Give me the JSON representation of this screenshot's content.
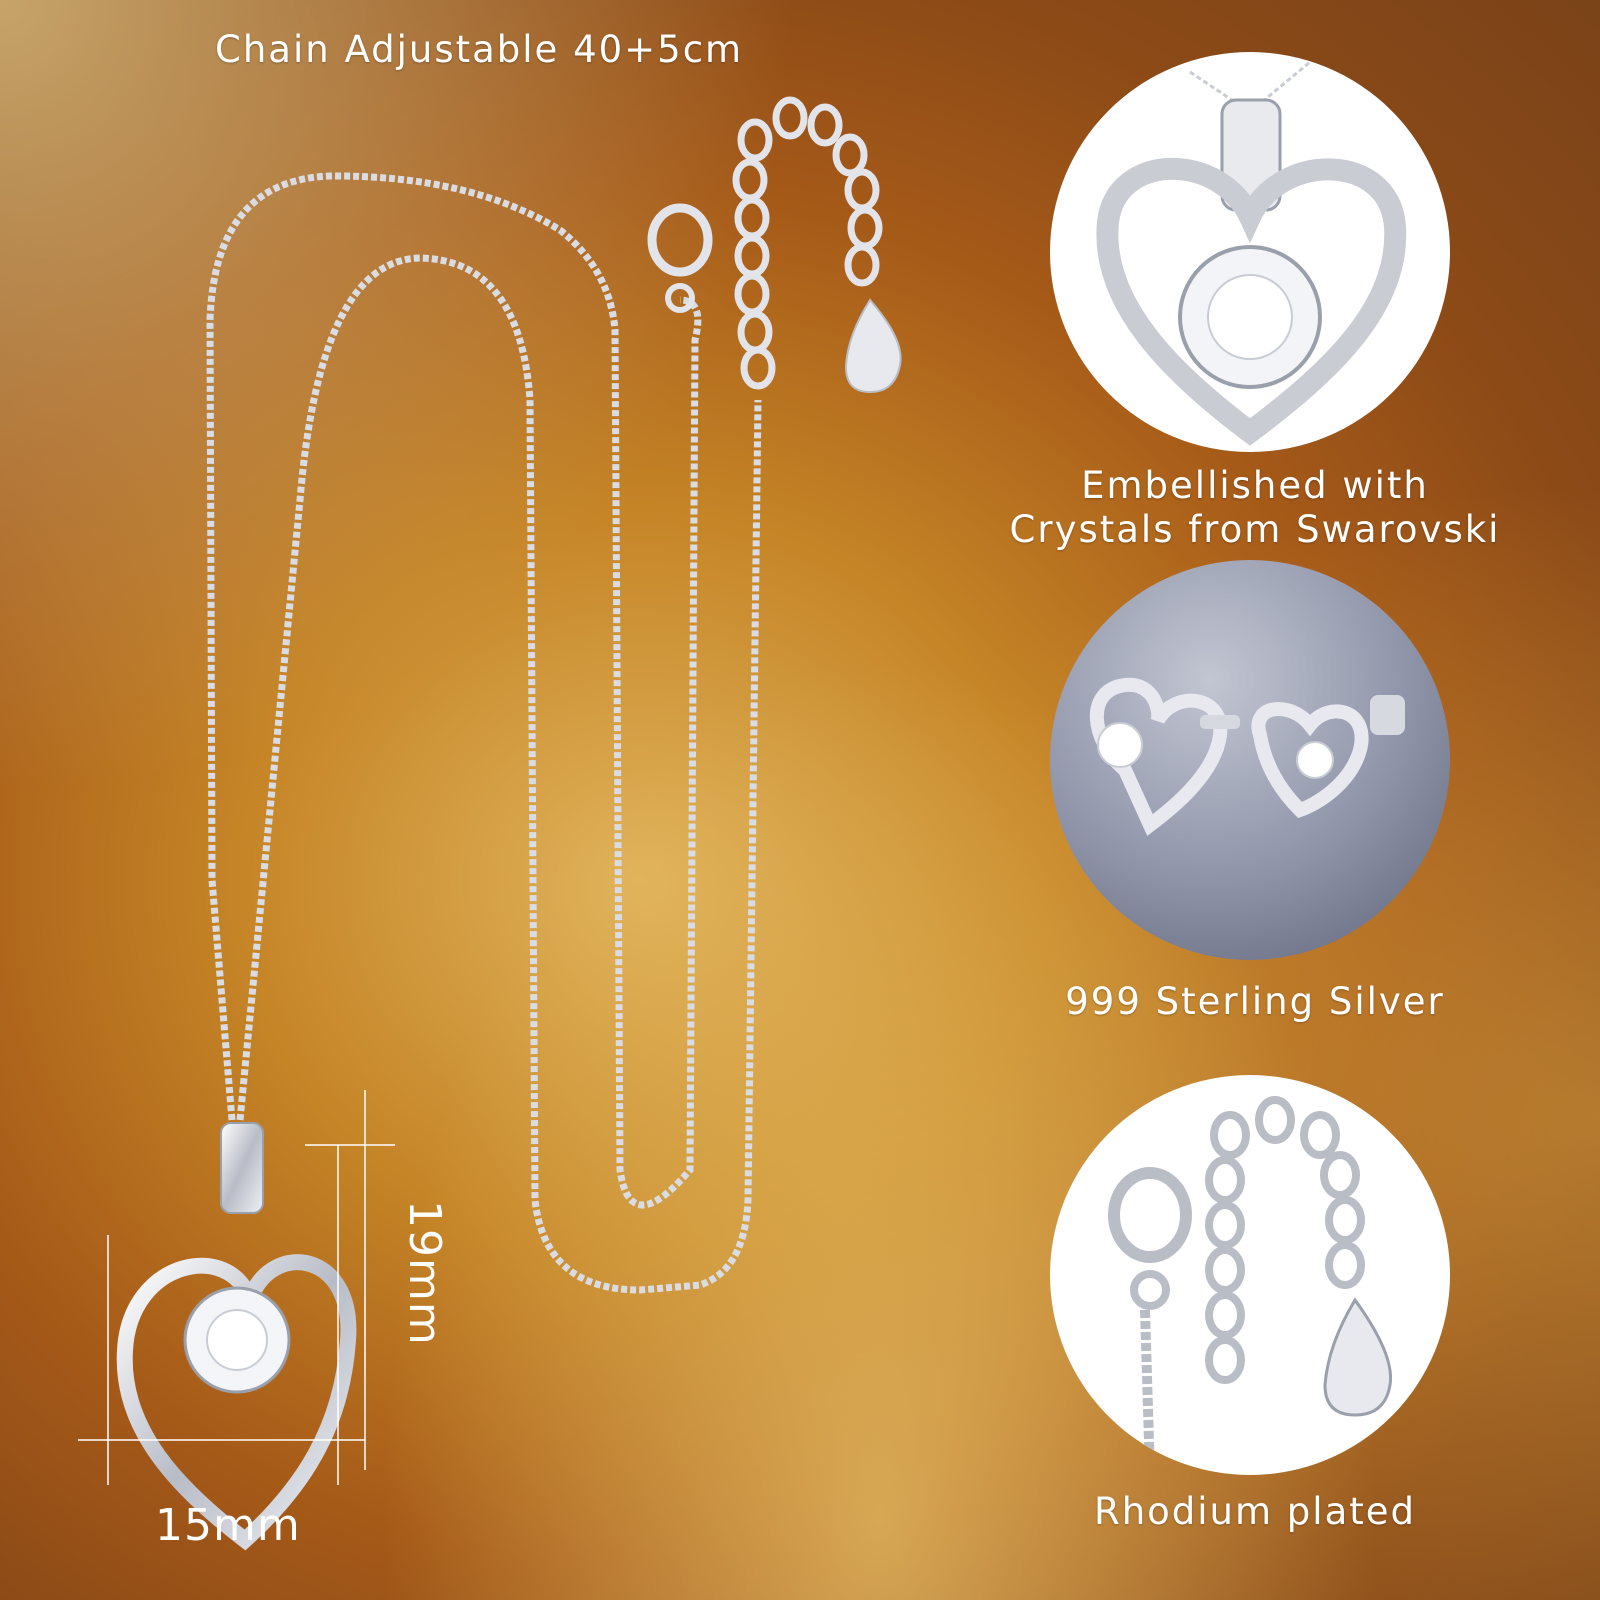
{
  "captions": {
    "chain": "Chain Adjustable 40+5cm",
    "crystals_line1": "Embellished with",
    "crystals_line2": "Crystals from Swarovski",
    "silver": "999 Sterling Silver",
    "rhodium": "Rhodium plated"
  },
  "dimensions": {
    "width": "15mm",
    "height": "19mm"
  },
  "colors": {
    "text": "#ffffff",
    "silver": "#c9ccd3",
    "background_dark": "#8c4a17",
    "background_light": "#e0b25a"
  }
}
